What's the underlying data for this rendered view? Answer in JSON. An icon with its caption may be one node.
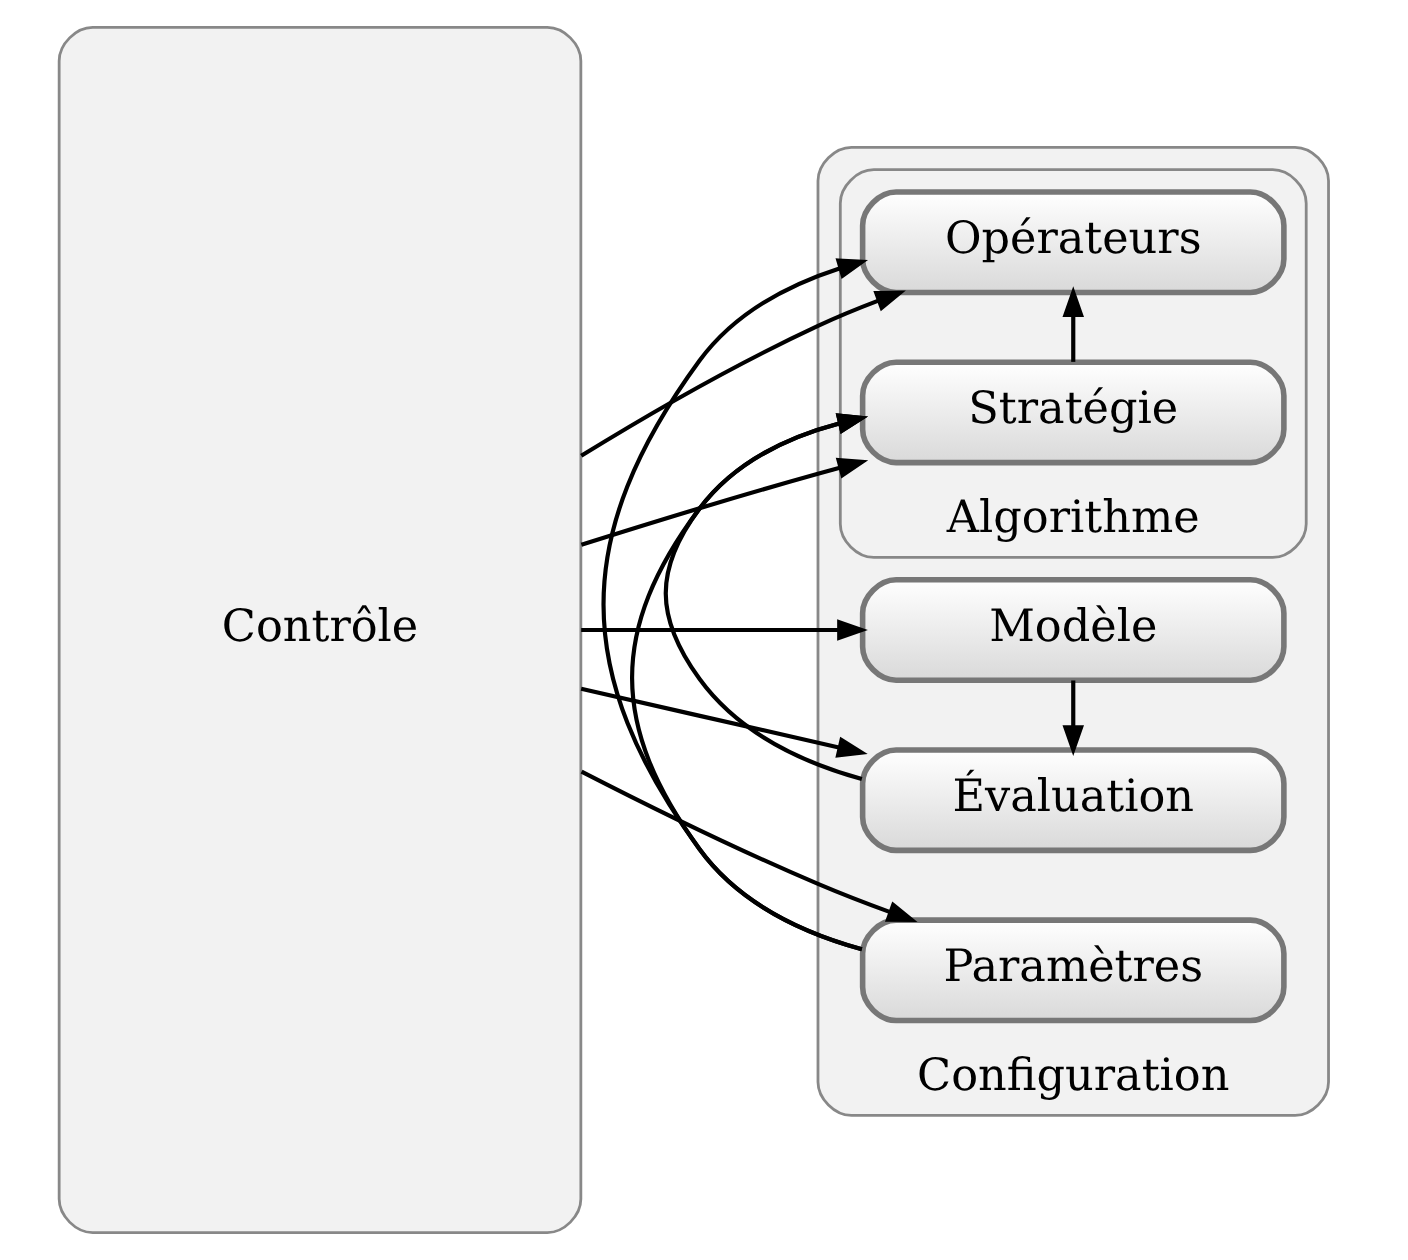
{
  "diagram": {
    "nodes": [
      {
        "text": [
          "Contrôle"
        ]
      },
      {
        "text": [
          "Configuration"
        ]
      },
      {
        "text": [
          "Modèle"
        ],
        "in": 1
      },
      {
        "text": [
          "Évaluation"
        ],
        "in": 1
      },
      {
        "text": [
          "Algorithme"
        ],
        "in": 1
      },
      {
        "text": [
          "Opérateurs"
        ],
        "in": 4
      },
      {
        "text": [
          "Stratégie"
        ],
        "in": 4
      },
      {
        "text": [
          "Paramètres"
        ],
        "in": 1
      }
    ],
    "edges": [
      {
        "from": 0,
        "to": 2,
        "arrow": "to"
      },
      {
        "from": 0,
        "to": 3,
        "arrow": "to"
      },
      {
        "from": 0,
        "to": 5,
        "arrow": "to"
      },
      {
        "from": 0,
        "to": 6,
        "arrow": "to"
      },
      {
        "from": 0,
        "to": 7,
        "arrow": "to"
      },
      {
        "from": 2,
        "to": 3,
        "arrow": "to"
      },
      {
        "from": 6,
        "to": 5,
        "arrow": "to"
      },
      {
        "from": 3,
        "to": 6,
        "arrow": "to"
      },
      {
        "from": 7,
        "to": 6,
        "arrow": "to"
      },
      {
        "from": 7,
        "to": 5,
        "arrow": "to"
      }
    ]
  }
}
